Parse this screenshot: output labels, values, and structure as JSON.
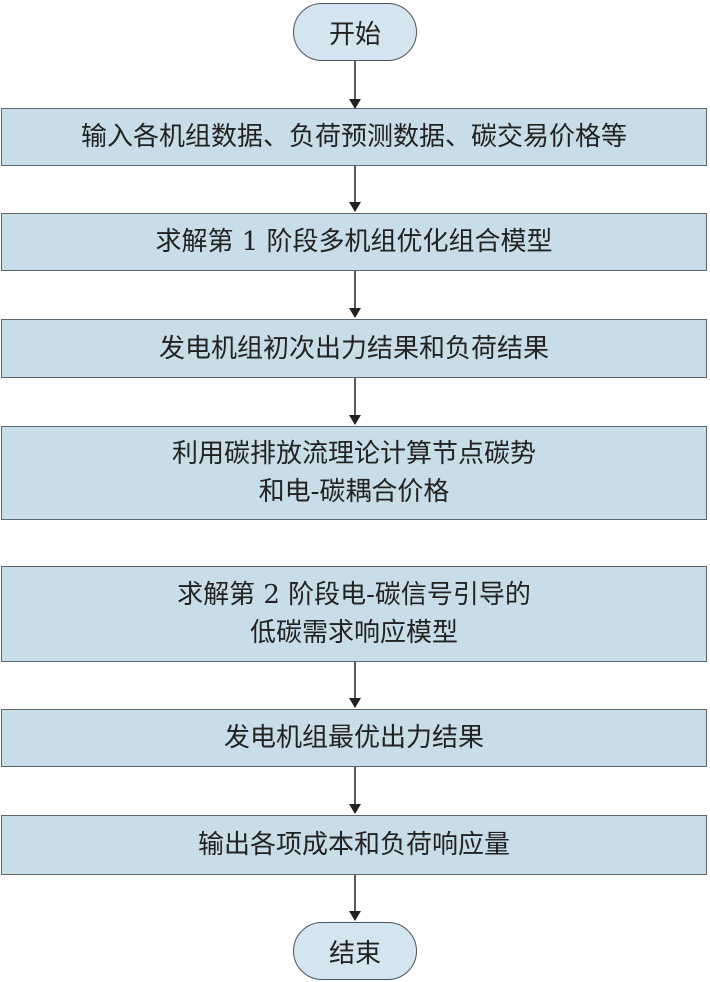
{
  "start": "开始",
  "end": "结束",
  "steps": [
    {
      "lines": [
        "输入各机组数据、负荷预测数据、碳交易价格等"
      ]
    },
    {
      "lines": [
        "求解第 1 阶段多机组优化组合模型"
      ]
    },
    {
      "lines": [
        "发电机组初次出力结果和负荷结果"
      ]
    },
    {
      "lines": [
        "利用碳排放流理论计算节点碳势",
        "和电-碳耦合价格"
      ]
    },
    {
      "lines": [
        "求解第 2 阶段电-碳信号引导的",
        "低碳需求响应模型"
      ]
    },
    {
      "lines": [
        "发电机组最优出力结果"
      ]
    },
    {
      "lines": [
        "输出各项成本和负荷响应量"
      ]
    }
  ]
}
